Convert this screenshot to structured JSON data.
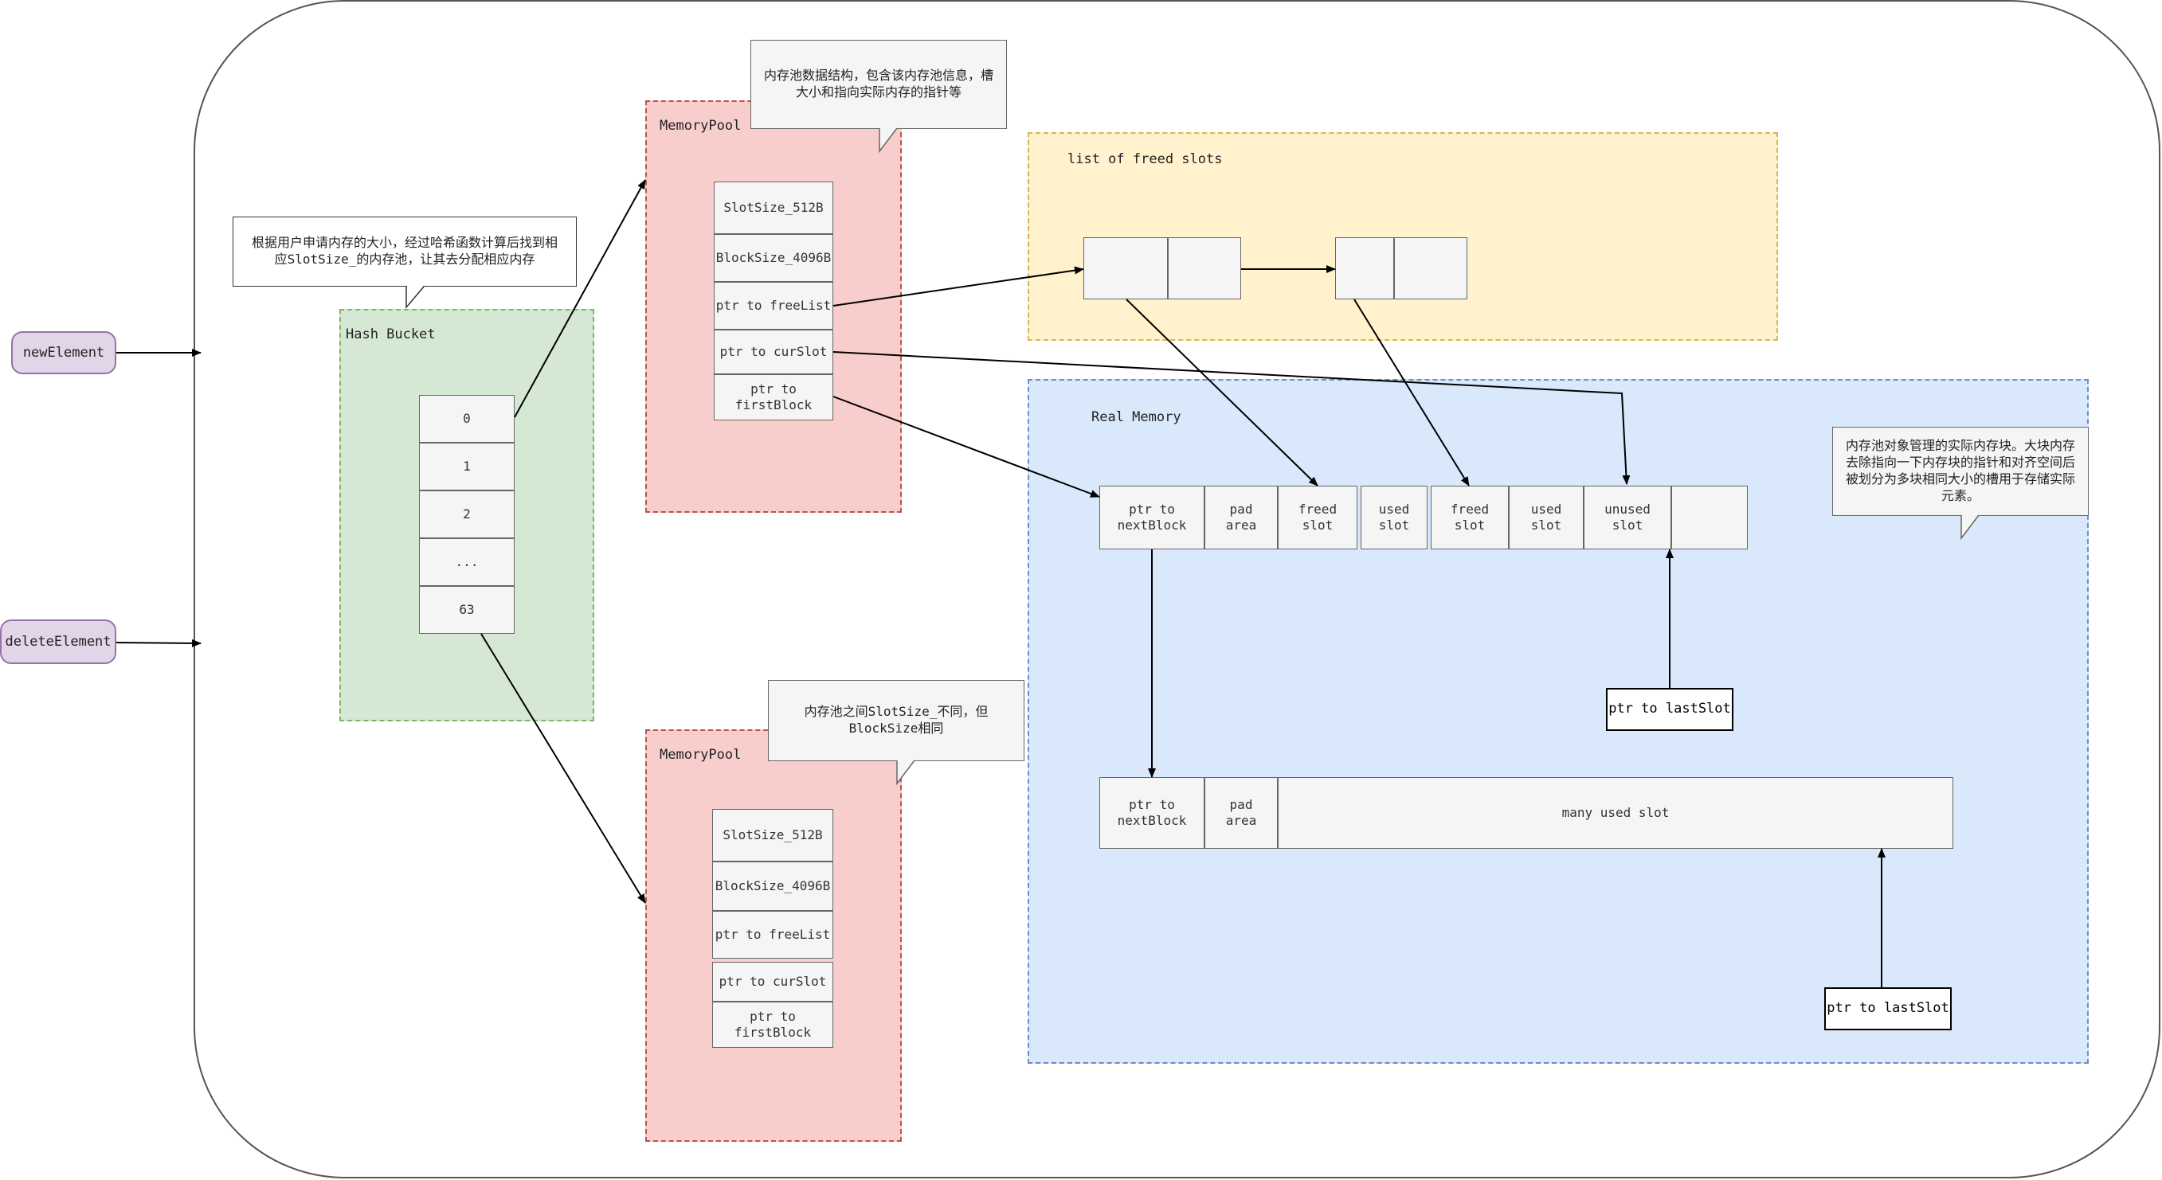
{
  "operations": {
    "new": "newElement",
    "delete": "deleteElement"
  },
  "hash_bucket": {
    "title": "Hash Bucket",
    "entries": [
      "0",
      "1",
      "2",
      "...",
      "63"
    ],
    "note": "根据用户申请内存的大小，经过哈希函数计算后找到相应SlotSize_的内存池，让其去分配相应内存"
  },
  "memory_pool_top": {
    "title": "MemoryPool",
    "fields": [
      "SlotSize_512B",
      "BlockSize_4096B",
      "ptr to freeList",
      "ptr to curSlot",
      "ptr to firstBlock"
    ],
    "note": "内存池数据结构，包含该内存池信息，槽大小和指向实际内存的指针等"
  },
  "memory_pool_bottom": {
    "title": "MemoryPool",
    "fields": [
      "SlotSize_512B",
      "BlockSize_4096B",
      "ptr to freeList",
      "ptr to curSlot",
      "ptr to firstBlock"
    ],
    "note": "内存池之间SlotSize_不同，但BlockSize相同"
  },
  "freed_list": {
    "title": "list of freed slots"
  },
  "real_memory": {
    "title": "Real Memory",
    "note": "内存池对象管理的实际内存块。大块内存去除指向一下内存块的指针和对齐空间后被划分为多块相同大小的槽用于存储实际元素。",
    "block1": [
      "ptr to nextBlock",
      "pad area",
      "freed slot",
      "used slot",
      "freed slot",
      "used slot",
      "unused slot",
      ""
    ],
    "block2": [
      "ptr to nextBlock",
      "pad area",
      "many used slot"
    ],
    "last_slot_ptr": "ptr to lastSlot"
  },
  "colors": {
    "green": "#d5e8d4",
    "red": "#f8cecc",
    "yellow": "#fff2cc",
    "blue": "#dae8fc",
    "purple": "#e1d5e7",
    "grey": "#f5f5f5"
  }
}
